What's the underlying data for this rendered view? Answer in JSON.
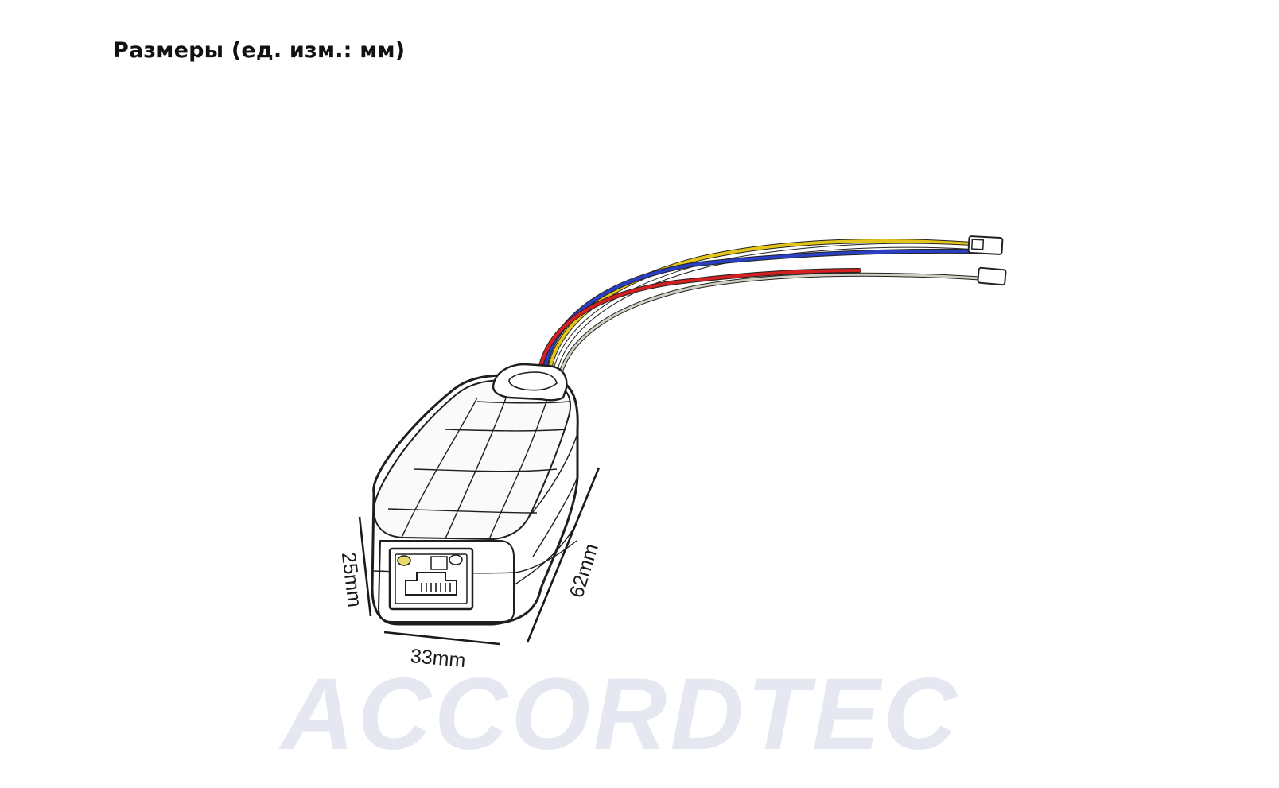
{
  "page": {
    "title": "Размеры (ед. изм.: мм)"
  },
  "dimensions": {
    "height": "25mm",
    "width": "33mm",
    "length": "62mm"
  },
  "watermark": {
    "text": "ACCORDTEC",
    "color": "#e6e8f1"
  },
  "wires": {
    "colors": [
      "#e3c61a",
      "#2a3fc2",
      "#d42020",
      "#ffffff",
      "#cfcfc2"
    ]
  },
  "device": {
    "port": "rj45-port-icon",
    "led": "led-indicator-icon"
  }
}
